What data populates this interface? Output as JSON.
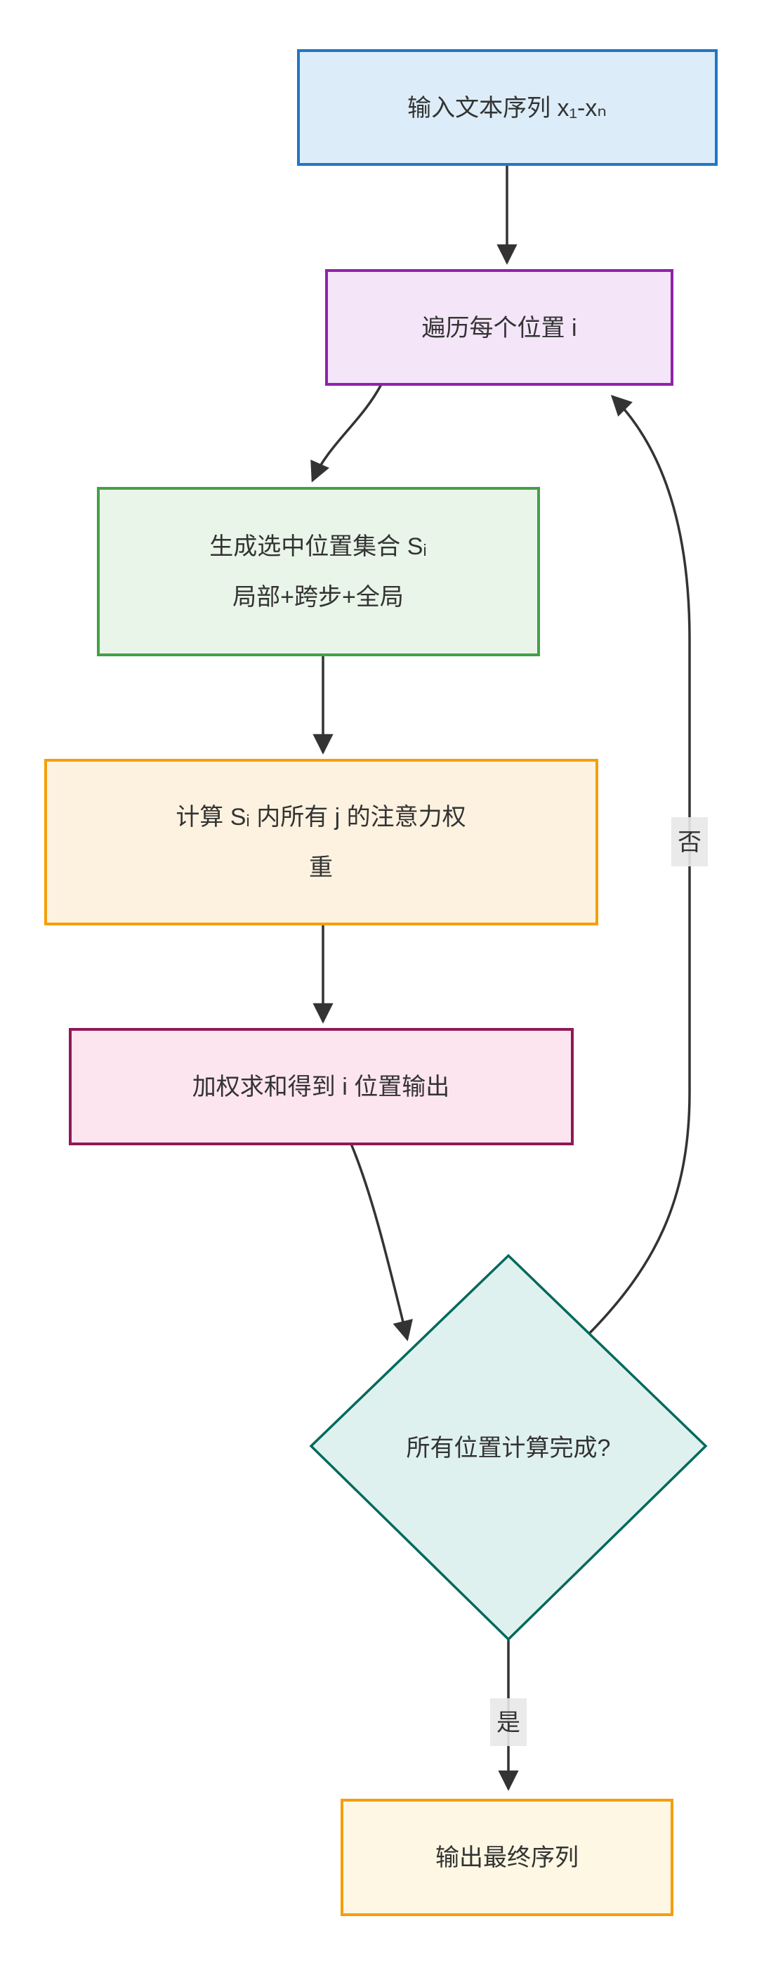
{
  "diagram": {
    "type": "flowchart",
    "direction": "top-down",
    "background": "#ffffff",
    "edge_color": "#333333",
    "edge_label_bg": "#e8e8e8",
    "nodes": [
      {
        "id": "input",
        "shape": "rectangle",
        "label": "输入文本序列 x₁-xₙ",
        "fill": "#dcedf9",
        "stroke": "#2176c4"
      },
      {
        "id": "loop",
        "shape": "rectangle",
        "label": "遍历每个位置 i",
        "fill": "#f4e5f9",
        "stroke": "#8e24aa"
      },
      {
        "id": "generate",
        "shape": "rectangle",
        "label": "生成选中位置集合 Sᵢ 局部+跨步+全局",
        "lines": [
          "生成选中位置集合 Sᵢ",
          "局部+跨步+全局"
        ],
        "fill": "#e9f5e9",
        "stroke": "#43a047"
      },
      {
        "id": "attention",
        "shape": "rectangle",
        "label": "计算 Sᵢ 内所有 j 的注意力权重",
        "lines": [
          "计算 Sᵢ 内所有 j 的注意力权",
          "重"
        ],
        "fill": "#fdf2e0",
        "stroke": "#f59e0b"
      },
      {
        "id": "weighted-sum",
        "shape": "rectangle",
        "label": "加权求和得到 i 位置输出",
        "fill": "#fce5ef",
        "stroke": "#8e1a56"
      },
      {
        "id": "decision",
        "shape": "diamond",
        "label": "所有位置计算完成?",
        "fill": "#dff1ee",
        "stroke": "#00695c"
      },
      {
        "id": "output",
        "shape": "rectangle",
        "label": "输出最终序列",
        "fill": "#fdf7e3",
        "stroke": "#f59e0b"
      }
    ],
    "edges": [
      {
        "from": "input",
        "to": "loop",
        "label": ""
      },
      {
        "from": "loop",
        "to": "generate",
        "label": ""
      },
      {
        "from": "generate",
        "to": "attention",
        "label": ""
      },
      {
        "from": "attention",
        "to": "weighted-sum",
        "label": ""
      },
      {
        "from": "weighted-sum",
        "to": "decision",
        "label": ""
      },
      {
        "from": "decision",
        "to": "loop",
        "label": "否"
      },
      {
        "from": "decision",
        "to": "output",
        "label": "是"
      }
    ]
  }
}
